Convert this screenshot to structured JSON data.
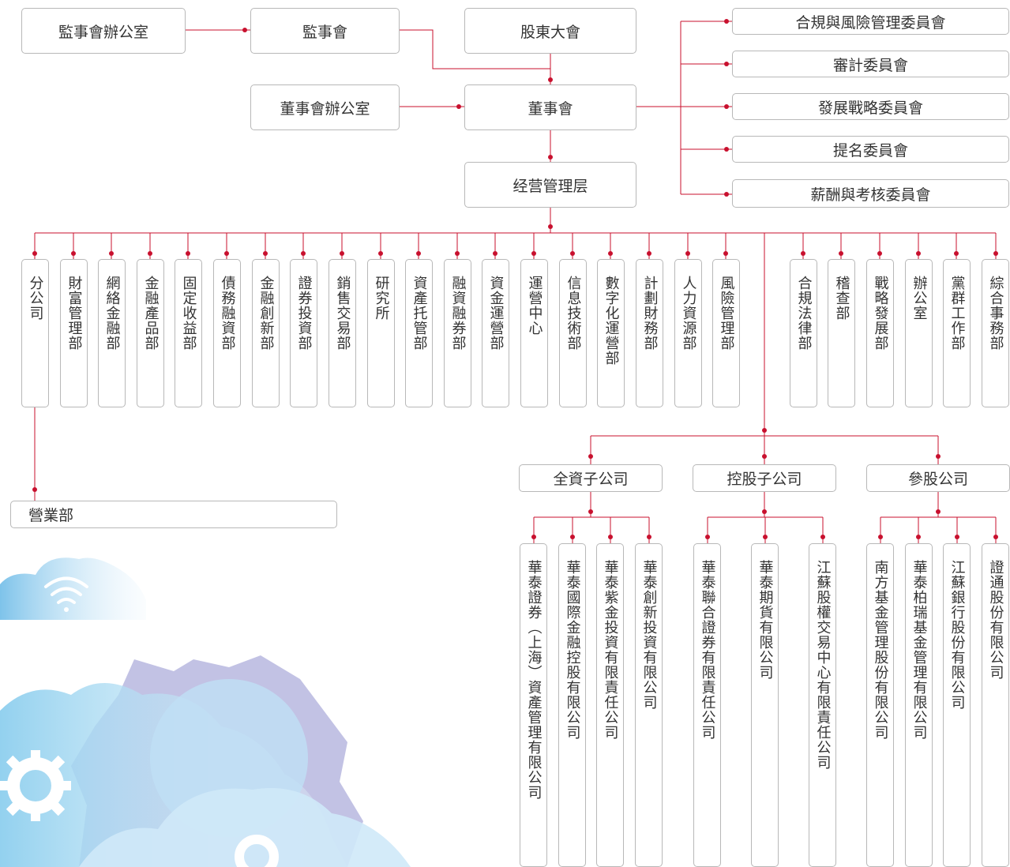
{
  "colors": {
    "line": "#c8102e",
    "border": "#b8b8b8",
    "text": "#333333"
  },
  "top": {
    "supervisory_office": "監事會辦公室",
    "supervisory_board": "監事會",
    "shareholders_meeting": "股東大會",
    "board_office": "董事會辦公室",
    "board": "董事會",
    "management": "经营管理层"
  },
  "committees": [
    "合規與風險管理委員會",
    "審計委員會",
    "發展戰略委員會",
    "提名委員會",
    "薪酬與考核委員會"
  ],
  "departments": [
    "分公司",
    "財富管理部",
    "網絡金融部",
    "金融產品部",
    "固定收益部",
    "債務融資部",
    "金融創新部",
    "證券投資部",
    "銷售交易部",
    "研究所",
    "資產托管部",
    "融資融券部",
    "資金運營部",
    "運營中心",
    "信息技術部",
    "數字化運營部",
    "計劃財務部",
    "人力資源部",
    "風險管理部"
  ],
  "support_departments": [
    "合規法律部",
    "稽查部",
    "戰略發展部",
    "辦公室",
    "黨群工作部",
    "綜合事務部"
  ],
  "branch_child": "營業部",
  "subsidiary_groups": {
    "wholly_owned": {
      "label": "全資子公司",
      "companies": [
        "華泰證券（上海）資產管理有限公司",
        "華泰國際金融控股有限公司",
        "華泰紫金投資有限責任公司",
        "華泰創新投資有限公司"
      ]
    },
    "controlled": {
      "label": "控股子公司",
      "companies": [
        "華泰聯合證券有限責任公司",
        "華泰期貨有限公司",
        "江蘇股權交易中心有限責任公司"
      ]
    },
    "associates": {
      "label": "參股公司",
      "companies": [
        "南方基金管理股份有限公司",
        "華泰柏瑞基金管理有限公司",
        "江蘇銀行股份有限公司",
        "證通股份有限公司"
      ]
    }
  },
  "decoration": {
    "icons": [
      "wifi-icon",
      "gear-icon"
    ]
  }
}
